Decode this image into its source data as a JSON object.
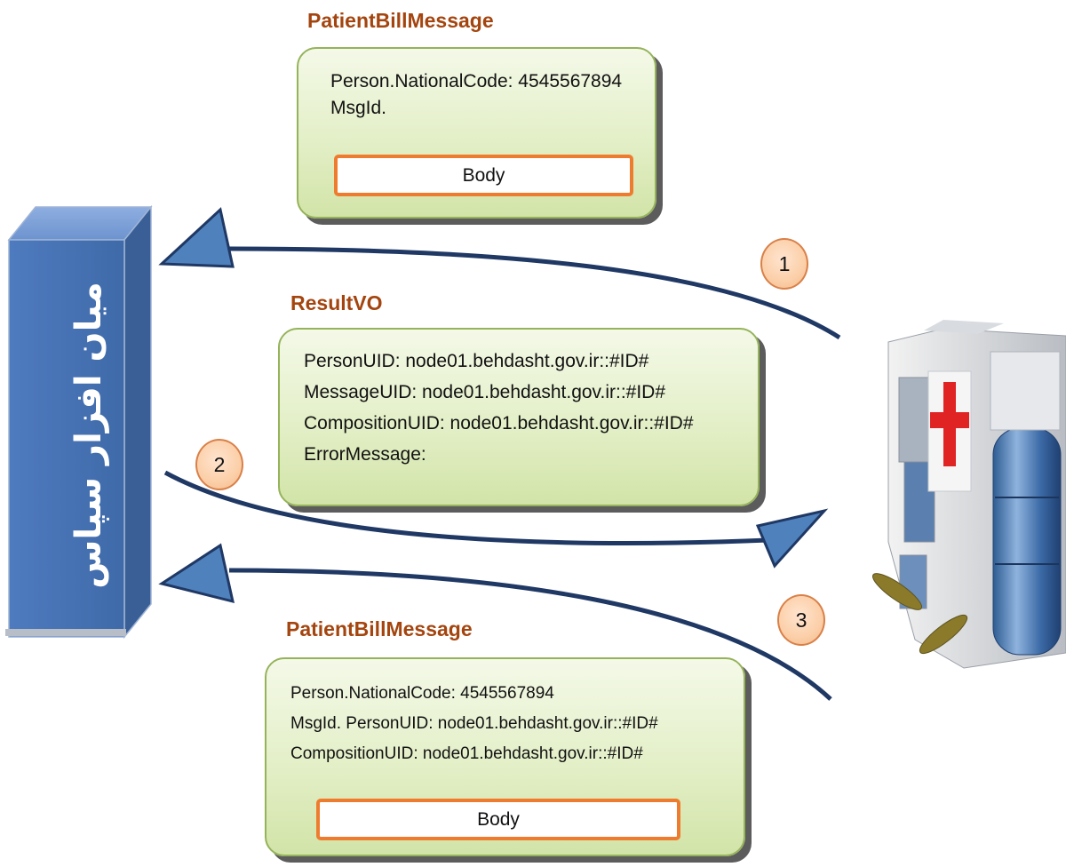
{
  "middleware": {
    "label": "میان افزار سپاس"
  },
  "messages": {
    "top": {
      "title": "PatientBillMessage",
      "lines": [
        "Person.NationalCode: 4545567894",
        "MsgId."
      ],
      "body_label": "Body"
    },
    "middle": {
      "title": "ResultVO",
      "lines": [
        "PersonUID: node01.behdasht.gov.ir::#ID#",
        "MessageUID: node01.behdasht.gov.ir::#ID#",
        "CompositionUID: node01.behdasht.gov.ir::#ID#",
        "ErrorMessage:"
      ]
    },
    "bottom": {
      "title": "PatientBillMessage",
      "lines": [
        "Person.NationalCode: 4545567894",
        "MsgId. PersonUID: node01.behdasht.gov.ir::#ID#",
        "CompositionUID: node01.behdasht.gov.ir::#ID#"
      ],
      "body_label": "Body"
    }
  },
  "steps": [
    "1",
    "2",
    "3"
  ],
  "colors": {
    "title": "#a4450f",
    "box_border": "#95b35a",
    "box_fill": "#e3efc7",
    "body_border": "#ef7c2e",
    "arrow": "#1f3864",
    "arrowhead": "#4f81bd",
    "middleware": "#4f81bd",
    "step_circle": "#fbcfa8"
  },
  "icons": {
    "hospital": "hospital-building-icon"
  }
}
